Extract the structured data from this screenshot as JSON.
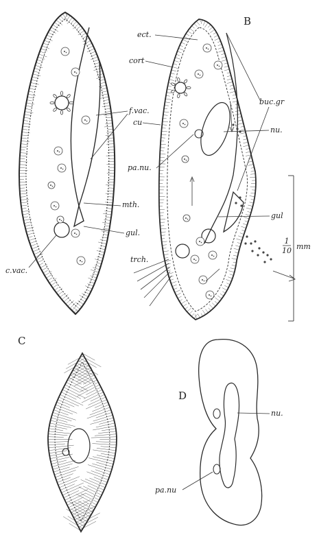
{
  "panels": {
    "a": {
      "labels": {
        "f_vac": "f.vac.",
        "mth": "mth.",
        "gul": "gul.",
        "c_vac": "c.vac."
      }
    },
    "b": {
      "letter": "B",
      "labels": {
        "ectsarc": "ect.",
        "cort": "cort",
        "cu": "cu",
        "pa_nu": "pa.nu.",
        "nu": "nu.",
        "buc_gr": "buc.gr",
        "gul": "gul",
        "trch": "trch."
      },
      "scale": {
        "numerator": "1",
        "denominator": "10",
        "unit": "mm"
      }
    },
    "c": {
      "letter": "C"
    },
    "d": {
      "letter": "D",
      "labels": {
        "nu": "nu.",
        "pa_nu": "pa.nu"
      }
    }
  }
}
